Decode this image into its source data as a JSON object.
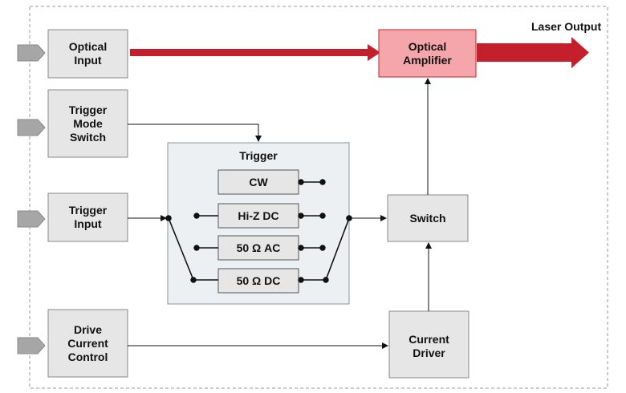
{
  "blocks": {
    "optical_input": [
      "Optical",
      "Input"
    ],
    "trigger_mode_switch": [
      "Trigger",
      "Mode",
      "Switch"
    ],
    "trigger_input": [
      "Trigger",
      "Input"
    ],
    "drive_current_control": [
      "Drive",
      "Current",
      "Control"
    ],
    "optical_amplifier": [
      "Optical",
      "Amplifier"
    ],
    "switch": [
      "Switch"
    ],
    "current_driver": [
      "Current",
      "Driver"
    ]
  },
  "trigger_panel": {
    "title": "Trigger",
    "modes": [
      "CW",
      "Hi-Z DC",
      "50 Ω AC",
      "50 Ω DC"
    ]
  },
  "output_label": "Laser Output",
  "colors": {
    "box_fill": "#e6e6e6",
    "box_stroke": "#888888",
    "amplifier_fill": "#f4a6aa",
    "amplifier_stroke": "#c0282e",
    "laser_red": "#c3202c",
    "panel_fill": "#ecf0f3",
    "panel_stroke": "#8a949c",
    "border_dash": "#9a9a9a",
    "connector_fill": "#a6a6a6"
  }
}
